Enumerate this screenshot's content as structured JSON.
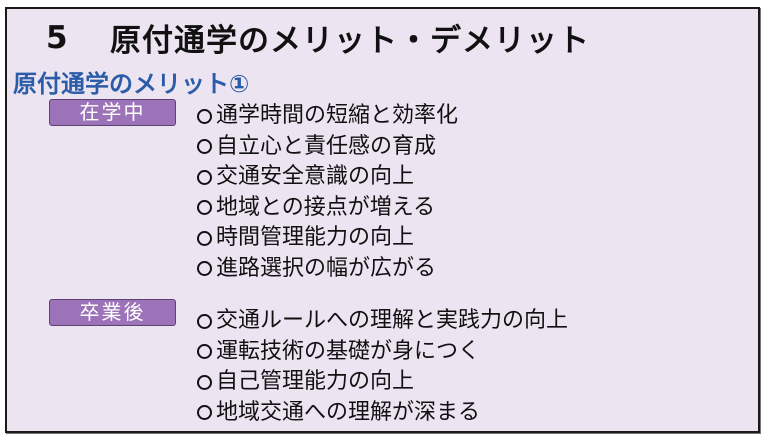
{
  "slide": {
    "title_number": "5",
    "title_text": "原付通学のメリット・デメリット",
    "subtitle": "原付通学のメリット①",
    "colors": {
      "background": "#ede4f2",
      "subtitle": "#2a5ca8",
      "badge": "#9c73b9",
      "badge_border": "#5e4276",
      "text": "#111111"
    },
    "sections": [
      {
        "badge": "在学中",
        "bullet_icon": "circle-outline",
        "items": [
          "通学時間の短縮と効率化",
          "自立心と責任感の育成",
          "交通安全意識の向上",
          "地域との接点が増える",
          "時間管理能力の向上",
          "進路選択の幅が広がる"
        ]
      },
      {
        "badge": "卒業後",
        "bullet_icon": "circle-outline",
        "items": [
          "交通ルールへの理解と実践力の向上",
          "運転技術の基礎が身につく",
          "自己管理能力の向上",
          "地域交通への理解が深まる"
        ]
      }
    ]
  }
}
